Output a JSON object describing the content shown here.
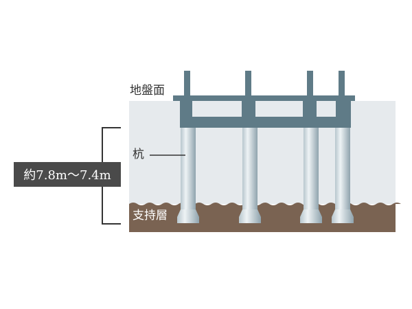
{
  "labels": {
    "ground_surface": "地盤面",
    "pile": "杭",
    "bearing_layer": "支持層",
    "depth": "約7.8m〜7.4m"
  },
  "colors": {
    "soil_upper": "#e6eaed",
    "bearing_layer": "#7a6352",
    "structure": "#5f7b87",
    "pile_light": "#e8eef1",
    "pile_dark": "#9fb1ba",
    "bracket": "#333333",
    "depth_box": "#4a4a4a"
  }
}
